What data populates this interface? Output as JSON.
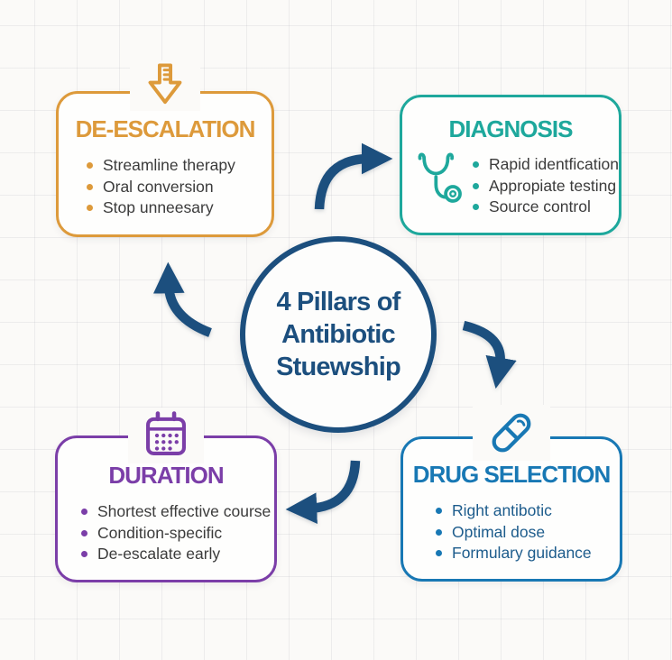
{
  "center": {
    "line1": "4 Pillars of",
    "line2": "Antibiotic",
    "line3": "Stuewship"
  },
  "colors": {
    "orange": "#DD9A3B",
    "teal": "#1EA89C",
    "purple": "#7B3EA8",
    "blue": "#1878B4",
    "navy": "#1C4F7E",
    "text_dark": "#3B3B3B",
    "text_blue": "#1D5C8C",
    "bg": "#FBFAF8"
  },
  "boxes": [
    {
      "id": "de_escalation",
      "label": "DE-ESCALATION",
      "icon": "down-arrow-icon",
      "bullets": [
        "Streamline therapy",
        "Oral conversion",
        "Stop unneesary"
      ]
    },
    {
      "id": "diagnosis",
      "label": "DIAGNOSIS",
      "icon": "stethoscope-icon",
      "bullets": [
        "Rapid identfication",
        "Appropiate testing",
        "Source control"
      ]
    },
    {
      "id": "duration",
      "label": "DURATION",
      "icon": "calendar-icon",
      "bullets": [
        "Shortest effective course",
        "Condition-specific",
        "De-escalate early"
      ]
    },
    {
      "id": "drug_selection",
      "label": "DRUG SELECTION",
      "icon": "pill-icon",
      "bullets": [
        "Right antibotic",
        "Optimal dose",
        "Formulary guidance"
      ]
    }
  ]
}
